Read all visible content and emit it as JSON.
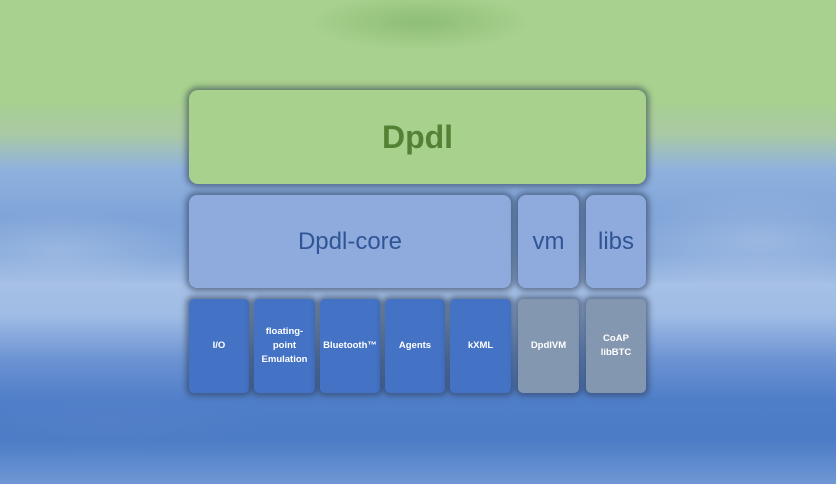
{
  "top": {
    "label": "Dpdl"
  },
  "middle": {
    "core": "Dpdl-core",
    "vm": "vm",
    "libs": "libs"
  },
  "bottom": {
    "io": "I/O",
    "floating_point": [
      "floating-",
      "point",
      "Emulation"
    ],
    "bluetooth": "Bluetooth™",
    "agents": "Agents",
    "kxml": "kXML",
    "dpdlvm": "DpdlVM",
    "libs": [
      "CoAP",
      "libBTC"
    ]
  },
  "colors": {
    "green_block": "#a9d18e",
    "green_text": "#548235",
    "light_blue_block": "#8faadc",
    "dark_blue_text": "#2f5597",
    "blue_block": "#4472c4",
    "grey_block": "#8497b0"
  }
}
